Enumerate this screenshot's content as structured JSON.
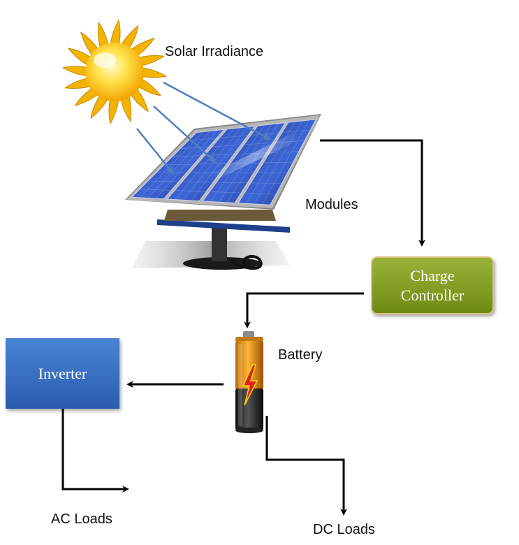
{
  "labels": {
    "solar_irradiance": "Solar Irradiance",
    "modules": "Modules",
    "charge_controller_line1": "Charge",
    "charge_controller_line2": "Controller",
    "battery": "Battery",
    "inverter": "Inverter",
    "ac_loads": "AC Loads",
    "dc_loads": "DC Loads"
  },
  "icons": [
    "sun-icon",
    "solar-panel-icon",
    "battery-icon"
  ],
  "colors": {
    "charge_controller": "#7f9a1f",
    "inverter": "#3a6fc4",
    "irradiance_arrows": "#4f7fbf",
    "connectors": "#000000"
  }
}
